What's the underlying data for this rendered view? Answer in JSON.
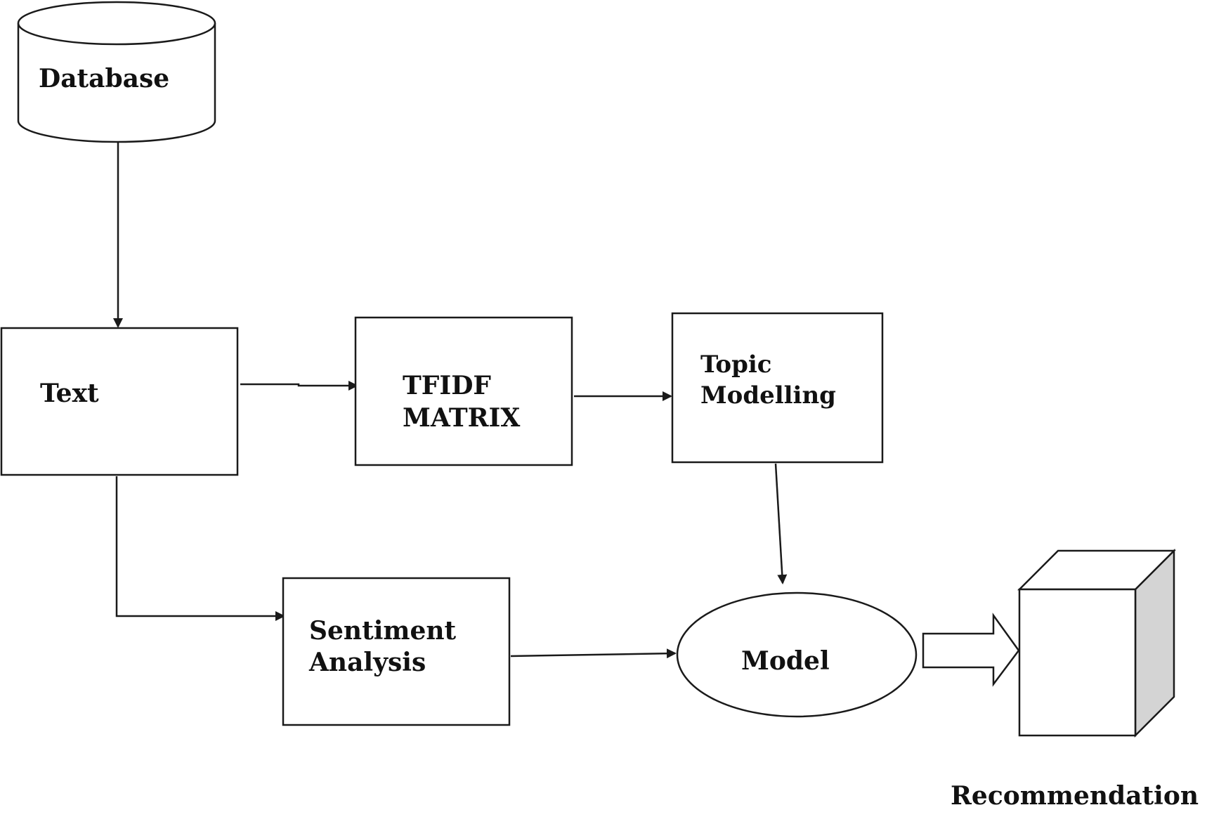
{
  "nodes": {
    "database": {
      "label": "Database"
    },
    "text": {
      "label": "Text"
    },
    "tfidf": {
      "line1": "TFIDF",
      "line2": "MATRIX"
    },
    "topic": {
      "line1": "Topic",
      "line2": "Modelling"
    },
    "sentiment": {
      "line1": "Sentiment",
      "line2": "Analysis"
    },
    "model": {
      "label": "Model"
    },
    "recommendation": {
      "label": "Recommendation"
    }
  },
  "edges": [
    {
      "from": "database",
      "to": "text"
    },
    {
      "from": "text",
      "to": "tfidf"
    },
    {
      "from": "tfidf",
      "to": "topic"
    },
    {
      "from": "topic",
      "to": "model"
    },
    {
      "from": "text",
      "to": "sentiment"
    },
    {
      "from": "sentiment",
      "to": "model"
    },
    {
      "from": "model",
      "to": "recommendation"
    }
  ],
  "colors": {
    "stroke": "#1a1a1a",
    "cube_side": "#d4d4d4"
  }
}
